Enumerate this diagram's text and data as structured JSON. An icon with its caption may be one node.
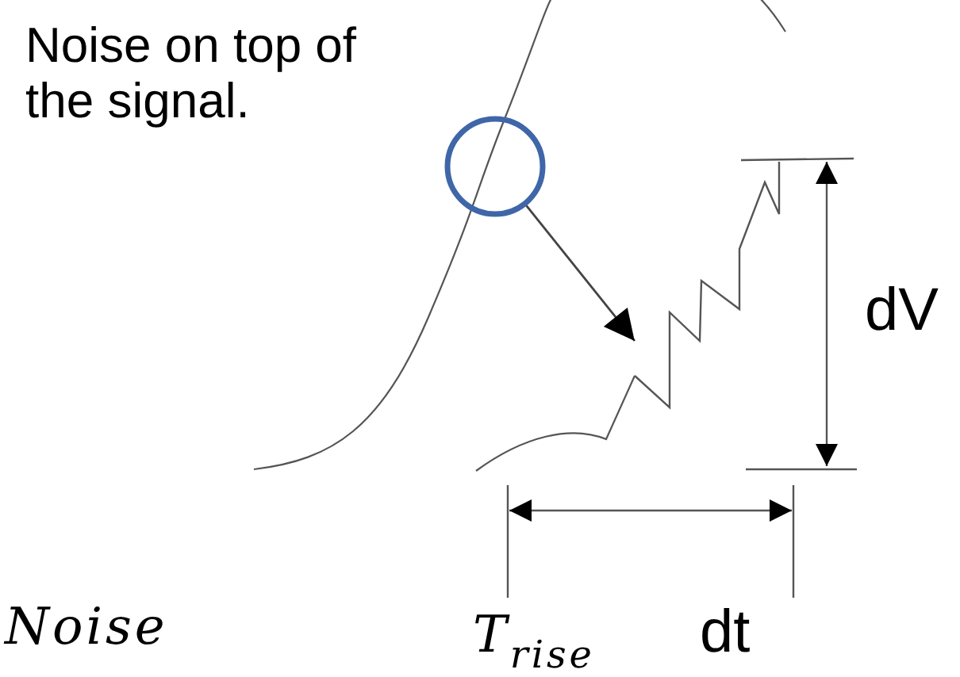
{
  "diagram": {
    "nodes": [
      {
        "text": [
          "Noise on top of the signal."
        ]
      },
      {
        "text": [],
        "shape": "circle"
      },
      {
        "text": [],
        "shape": "picture"
      }
    ],
    "edges": [
      {
        "from": 1,
        "to": 2,
        "arrow": "to"
      }
    ],
    "labels": [
      "dV",
      "Noise",
      "T$_{rise}$",
      "dt"
    ]
  }
}
